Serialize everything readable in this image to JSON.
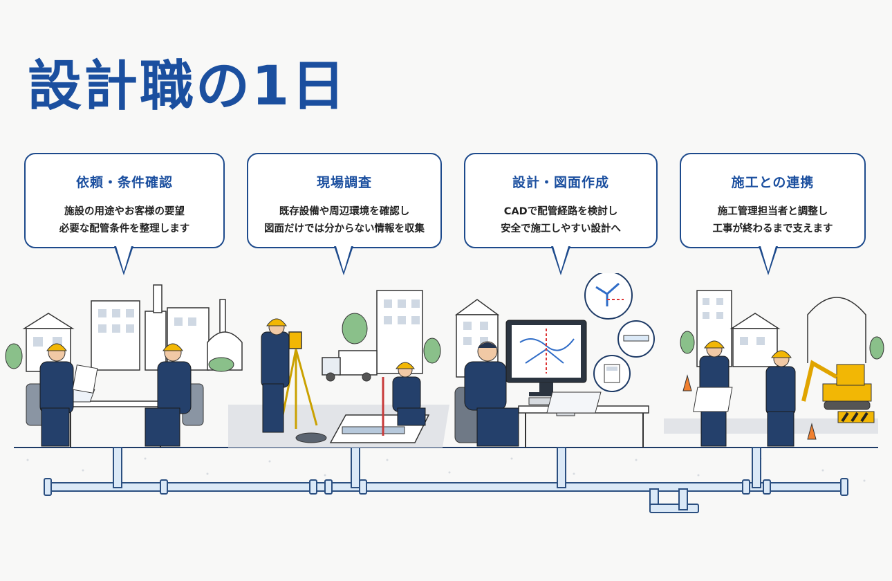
{
  "title": "設計職の1日",
  "steps": [
    {
      "title": "依頼・条件確認",
      "lines": [
        "施設の用途やお客様の要望",
        "必要な配管条件を整理します"
      ]
    },
    {
      "title": "現場調査",
      "lines": [
        "既存設備や周辺環境を確認し",
        "図面だけでは分からない情報を収集"
      ]
    },
    {
      "title": "設計・図面作成",
      "lines": [
        "CADで配管経路を検討し",
        "安全で施工しやすい設計へ"
      ]
    },
    {
      "title": "施工との連携",
      "lines": [
        "施工管理担当者と調整し",
        "工事が終わるまで支えます"
      ]
    }
  ],
  "colors": {
    "accent": "#1b4f9f",
    "navy": "#1d4a8c",
    "helmet": "#f2b705",
    "pipe": "#dbe9f7"
  },
  "icons": [
    "building-icon",
    "worker-icon",
    "surveying-tripod-icon",
    "truck-icon",
    "computer-monitor-icon",
    "calculator-icon",
    "excavator-icon",
    "pipe-network-icon"
  ]
}
